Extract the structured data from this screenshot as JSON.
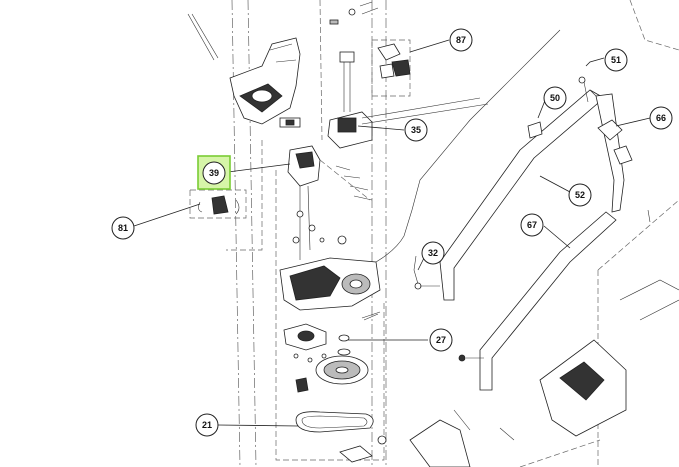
{
  "diagram": {
    "callouts": [
      {
        "id": "callout-87",
        "label": "87"
      },
      {
        "id": "callout-51",
        "label": "51"
      },
      {
        "id": "callout-50",
        "label": "50"
      },
      {
        "id": "callout-66",
        "label": "66"
      },
      {
        "id": "callout-35",
        "label": "35"
      },
      {
        "id": "callout-39",
        "label": "39",
        "selected": true
      },
      {
        "id": "callout-52",
        "label": "52"
      },
      {
        "id": "callout-67",
        "label": "67"
      },
      {
        "id": "callout-81",
        "label": "81"
      },
      {
        "id": "callout-32",
        "label": "32"
      },
      {
        "id": "callout-27",
        "label": "27"
      },
      {
        "id": "callout-21",
        "label": "21"
      }
    ],
    "highlight_color": "#d6f5a8",
    "highlight_border": "#7acc34"
  }
}
